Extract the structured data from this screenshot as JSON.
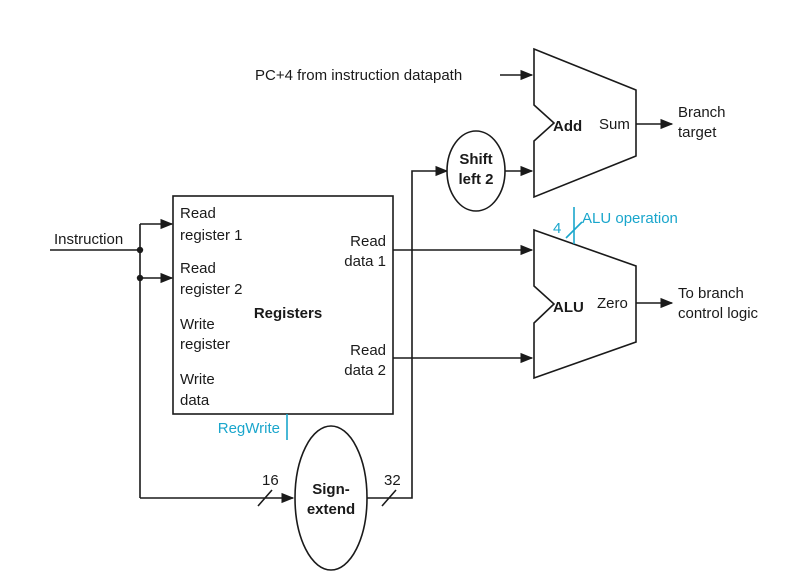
{
  "inputs": {
    "instruction": "Instruction",
    "pc4": "PC+4 from instruction datapath"
  },
  "registers": {
    "title": "Registers",
    "read_register_1": [
      "Read",
      "register 1"
    ],
    "read_register_2": [
      "Read",
      "register 2"
    ],
    "write_register": [
      "Write",
      "register"
    ],
    "write_data": [
      "Write",
      "data"
    ],
    "read_data_1": [
      "Read",
      "data 1"
    ],
    "read_data_2": [
      "Read",
      "data 2"
    ]
  },
  "sign_extend": {
    "label": [
      "Sign-",
      "extend"
    ],
    "in_width": "16",
    "out_width": "32"
  },
  "shift_left": {
    "label": [
      "Shift",
      "left 2"
    ]
  },
  "adder": {
    "title": "Add",
    "output": "Sum"
  },
  "alu": {
    "title": "ALU",
    "output": "Zero",
    "op_width": "4"
  },
  "outputs": {
    "branch_target": [
      "Branch",
      "target"
    ],
    "branch_control": [
      "To branch",
      "control logic"
    ]
  },
  "control": {
    "reg_write": "RegWrite",
    "alu_operation": "ALU operation"
  },
  "colors": {
    "wire": "#1a1a1a",
    "control": "#1aa6cc"
  }
}
